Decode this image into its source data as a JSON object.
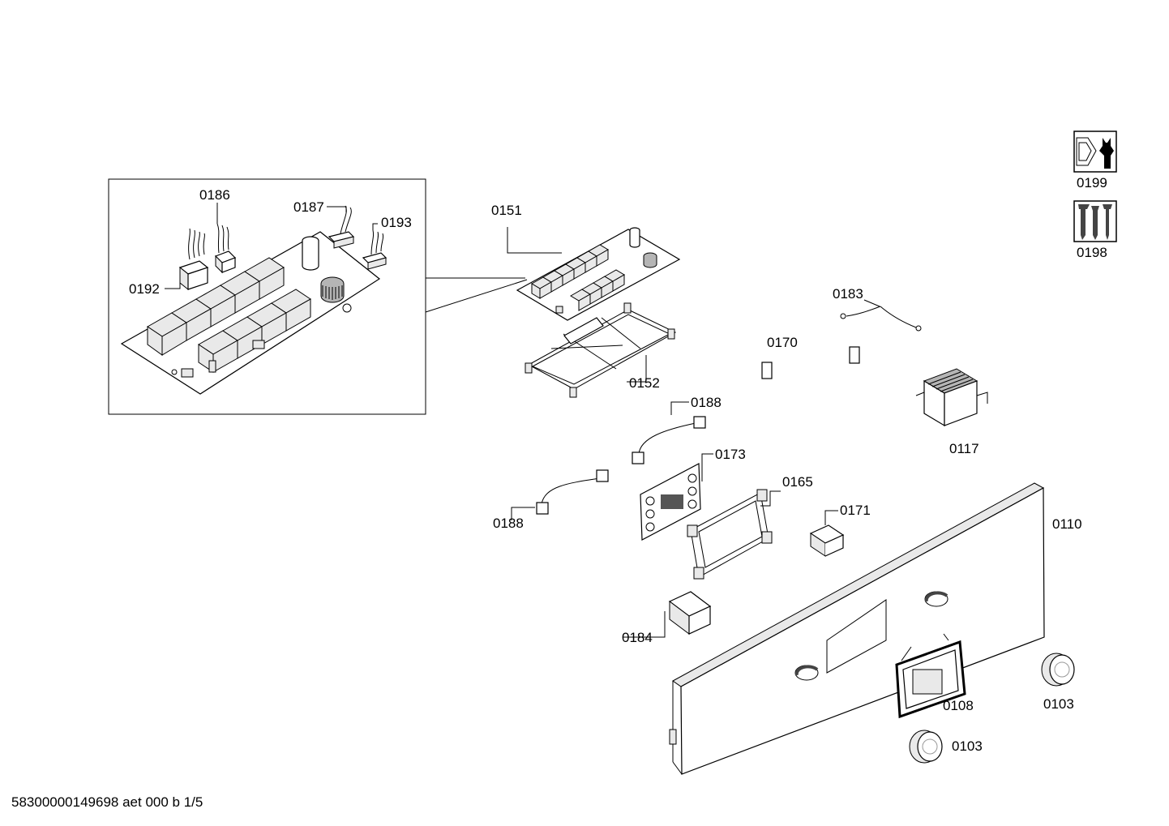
{
  "part_labels": {
    "p0186": "0186",
    "p0187": "0187",
    "p0193": "0193",
    "p0192": "0192",
    "p0151": "0151",
    "p0152": "0152",
    "p0183": "0183",
    "p0170": "0170",
    "p0117": "0117",
    "p0188a": "0188",
    "p0173": "0173",
    "p0188b": "0188",
    "p0165": "0165",
    "p0171": "0171",
    "p0110": "0110",
    "p0184": "0184",
    "p0108": "0108",
    "p0103a": "0103",
    "p0103b": "0103",
    "p0199": "0199",
    "p0198": "0198"
  },
  "icons": {
    "p0199": "tool-wrench-icon",
    "p0198": "screws-icon"
  },
  "footer": {
    "document_id": "58300000149698 aet 000 b 1/5"
  }
}
